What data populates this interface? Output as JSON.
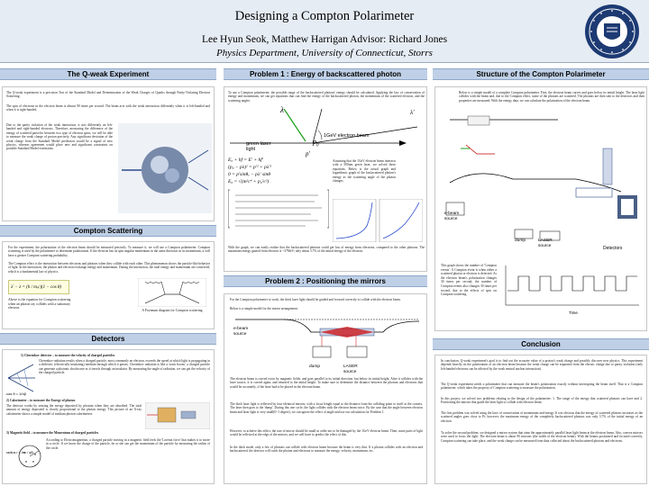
{
  "header": {
    "title": "Designing a Compton Polarimeter",
    "authors": "Lee Hyun Seok,  Matthew Harrigan Advisor: Richard Jones",
    "department": "Physics Department, University of Connecticut, Storrs"
  },
  "sections": {
    "qweak": "The Q-weak Experiment",
    "problem1": "Problem 1 : Energy of backscattered photon",
    "structure": "Structure of the Compton Polarimeter",
    "compton": "Compton Scattering",
    "problem2": "Problem 2 : Positioning the mirrors",
    "detectors": "Detectors",
    "conclusion": "Conclusion"
  },
  "qweak": {
    "p1": "The Q-weak experiment is a precision Test of the Standard Model and Determination of the Weak Charges of Quarks through Parity-Violating Electron Scattering.",
    "p2": "The spin of electrons in the electron beam is almost 90 times per second. The beam acts with the weak interaction differently when it is left-handed and when it is right-handed.",
    "p3": "Due to the parity violation of the weak interaction, it acts differently on left-handed and right-handed electrons. Therefore, measuring the difference of the energy of scattered particles between two type of electron spins, we will be able to measure the weak charge of proton precisely. Any significant deviation of the weak charge from the Standard Model prediction would be a signal of new physics, whereas agreement would place new and significant constraints on possible Standard Model extensions."
  },
  "problem1": {
    "p1": "To use a Compton polarimeter, the possible range of the backscattered photons' energy should be calculated. Applying the law of conservation of energy and momentum, we can get equations that can find the energy of the backscattered photon, the momentum of the scattered electron, and the scattering angles.",
    "beam_label": "1GeV electron beam",
    "green_label": "green laser\nlight",
    "lambda": "λ",
    "p0": "p",
    "p0sub": "0",
    "pprime": "p'",
    "lambda_prime": "λ'",
    "assume": "Assuming that the 1GeV electron beam interacts with a 500nm green laser, we solved these equations. Below is the actual graph and logarithmic graph of the backscattered photon's energy as the scattering angle of the photon changes.",
    "graph_note": "With the graph, we can easily realize that the backscattered photons could get lots of energy from electrons, compared to the other photons. The maximum energy gained from electron is ~37MeV; only about 3.7% of the initial energy of the electron.",
    "eq1": "E₀ + hf = E' + hf'",
    "eq2": "(p₀ − pλ)² = p'² + pλ'²",
    "eq3": "0 = p'sinθₑ − pλ' sinθ",
    "eq4": "E₀ = √(m²c⁴ + p₀²c²)"
  },
  "structure": {
    "p1": "Below is a simple model of a complete Compton polarimeter. First, the electron beam curves and goes below its initial height. The laser light collides with the beam and, due to the Compton effect, some of the photons are scattered. The photons are then sent to the detectors and then properties are measured. With the energy data, we can calculate the polarization of the electron beam.",
    "ebeam": "e-beam\nsource",
    "dump": "dump",
    "laser": "LASER\nsource",
    "detectors": "Detectors",
    "graph_cap": "This graph shows the number of 'Compton events'. A Compton event is when either a scattered photon or electron is detected. As the electron beam's polarization changes 30 times per second, the number of Compton events also changes 30 times per second, due to the effects of spin on Compton scattering.",
    "time": "Time"
  },
  "compton": {
    "p1": "For the experiment, the polarization of the electron beam should be measured precisely. To measure it, we will use a Compton polarimeter. Compton scattering is used by the polarimeter to determine polarization. If the electron has its spin angular momentum in the same direction as its momentum, it will have a greater Compton scattering probability.",
    "p2": "The Compton effect is the interaction between electrons and photons when they collide with each other. This phenomenon shows the particle-like behavior of light. In the interaction, the photon and electron exchange energy and momentum. During the interaction, the total energy and momentum are conserved, which is a fundamental law of physics.",
    "eq": "λ' − λ = (h / mₑc)(1 − cos θ)",
    "cap_left": "Above is the equation for Compton scattering when an photon ray collides with a stationary electron.",
    "cap_right": "A Feynman diagram for Compton scattering"
  },
  "problem2": {
    "p1": "For the Compton polarimeter to work, the thick laser light should be guided and focused correctly to collide with the electron beam.",
    "p2": "Below is a simple model for the mirror arrangement.",
    "ebeam": "e-beam\nsource",
    "dump": "dump",
    "laser": "LASER\nsource",
    "p3": "The electron beam is curved twice by magnetic fields, and goes parallel to its initial direction, but below its initial height. After it collides with the laser source, it is curved again, and returned to the initial height. To make sure to determine the distance between the photons and electrons that would be accurately, if the laser had to be placed in the electron beam.",
    "p4": "The thick laser light is reflected by four identical mirrors, with a focus length equal to the distance from the colliding point to itself at the corners. The laser then goes to the 'dump'. During this one cycle, the light collides with the electron beam twice. By the case that the angle between electron beam and laser light is very small(0~1 degree), we can ignore the effect of angle and use our calculation for Problem 1.",
    "p5": "However, to achieve this effect, the size of mirror should be small in order not to be damaged by the 1GeV electron beam. Then, some parts of light would be reflected at the edge of the mirrors, and we will have to predict the effect of this.",
    "p6": "In the thick mode, only a few of photons can collide with electron beam because the beam is very thin. If a photon collides with an electron and backscattered, the detector will catch the photon and electrons to measure the energy, velocity, momentum, etc."
  },
  "detectors": {
    "h1": "1) Cherenkov detector – to measure the velocity of charged particles",
    "d1": "Cherenkov radiation results when a charged particle, most commonly an electron, exceeds the speed at which light is propagating in a dielectric (electrically insulating) medium through which it passes. Cherenkov radiation is like a 'sonic boom,' a charged particle can generate a photonic shockwave as it travels through an insulator. By measuring the angle of radiation, we can get the velocity of the charged particle.",
    "h2": "2) Calorimeter – to measure the Energy of photon",
    "d2": "The detector works by sensing the energy deposited by photons when they are absorbed. The total amount of energy deposited is closely proportional to the photon energy. This picture of an X-ray calorimeter shows a simple model of medium photon calorimeters.",
    "h3": "3) Magnetic field – to measure the Momentum of charged particles",
    "d3": "According to Electromagnetism, a charged particle moving in a magnetic field feels the 'Lorentz force' that makes it to move in a circle. If we know the charge of the particle, he or she can get the momentum of the particle by measuring the radius of the circle.",
    "cos": "cos θ = 1/nβ",
    "radius": "radius r = mv / qB"
  },
  "conclusion": {
    "p1": "In conclusion, Q-weak experiment's goal is to find out the accurate value of a proton's weak charge and possibly discover new physics. This experiment depends heavily on the polarization of an electron beam because the weak charge can be separated from the electric charge due to parity violation (only left-handed electrons can be affected by the weak neutral nuclear interaction).",
    "p2": "The Q-weak experiment needs a polarimeter that can measure the beam's polarization exactly without interrupting the beam itself. That is a Compton polarimeter, which takes the property of Compton scattering to measure the polarization.",
    "p3": "In this project, we solved two problems relating to the design of the polarimeter: 1. The range of the energy that scattered photons can have and 2. Positioning the mirrors that guide the laser light to collide with electron beam.",
    "p4": "The first problem was solved using the laws of conservation of momentum and energy. It was obvious that the energy of scattered photons increases as the scattered angles goes close to Pi; however, the maximum energy of the completely backscattered photons was only 3.7% of the initial energy of an electron.",
    "p5": "To solve the second problem, we designed a mirror system that aims the approximately parallel laser light beam at the electron beam. Also, convex mirrors were used to focus the light. The electron beam is about 90 microns (the width of the electron beam). With the beams positioned and focused correctly, Compton scattering can take place, and the weak charge can be measured from data collected about the backscattered photons and electrons."
  }
}
